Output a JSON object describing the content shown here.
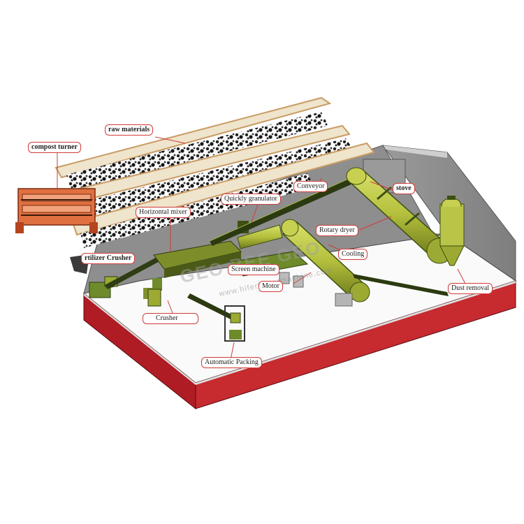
{
  "labels": {
    "compost_turner": "compost turner",
    "raw_materials": "raw materials",
    "horizontal_mixer": "Horizontal mixer",
    "quickly_granulator": "Quickly granulator",
    "conveyor": "Conveyor",
    "stove": "stove",
    "rotary_dryer": "Rotary dryer",
    "fertilizer_crusher": "rtilizer Crusher",
    "screen_machine": "Screen machine",
    "cooling": "Cooling",
    "motor": "Motor",
    "dust_removal": "Dust removal",
    "crusher": "Crusher",
    "automatic_packing": "Automatic Packing"
  },
  "watermark": {
    "main": "GEO BEE GEO",
    "url": "www.hifertilizermachine.com"
  },
  "colors": {
    "floor": "#f7f7f7",
    "floor_edge": "#b01c24",
    "wall": "#8c8c8c",
    "shelf": "#e9dcc2",
    "shelf_edge": "#c99b64",
    "machine_green": "#9caa33",
    "machine_dark": "#3d4f12",
    "turner_red": "#d9552c",
    "label_border": "#d23a3a"
  }
}
